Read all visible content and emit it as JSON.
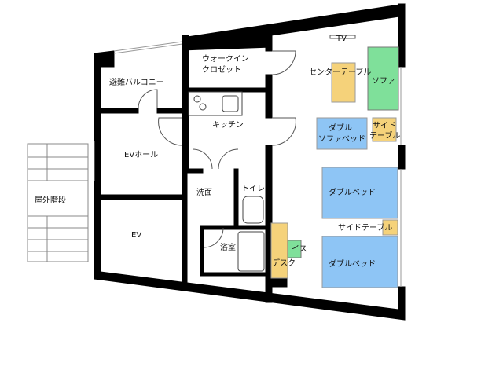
{
  "rooms": {
    "balcony": "避難バルコニー",
    "closet_line1": "ウォークイン",
    "closet_line2": "クロゼット",
    "kitchen": "キッチン",
    "ev_hall": "EVホール",
    "ev": "EV",
    "stairs": "屋外階段",
    "washroom": "洗面",
    "toilet": "トイレ",
    "bathroom": "浴室"
  },
  "furniture": {
    "tv": "TV",
    "center_table": "センターテーブル",
    "sofa": "ソファ",
    "sofa_bed_line1": "ダブル",
    "sofa_bed_line2": "ソファベッド",
    "side_table_1_line1": "サイド",
    "side_table_1_line2": "テーブル",
    "double_bed_1": "ダブルベッド",
    "side_table_2": "サイドテーブル",
    "double_bed_2": "ダブルベッド",
    "chair": "イス",
    "desk": "デスク"
  },
  "colors": {
    "wall": "#000000",
    "table": "#f5d27a",
    "sofa": "#7fe09a",
    "bed": "#8ec5f5"
  }
}
